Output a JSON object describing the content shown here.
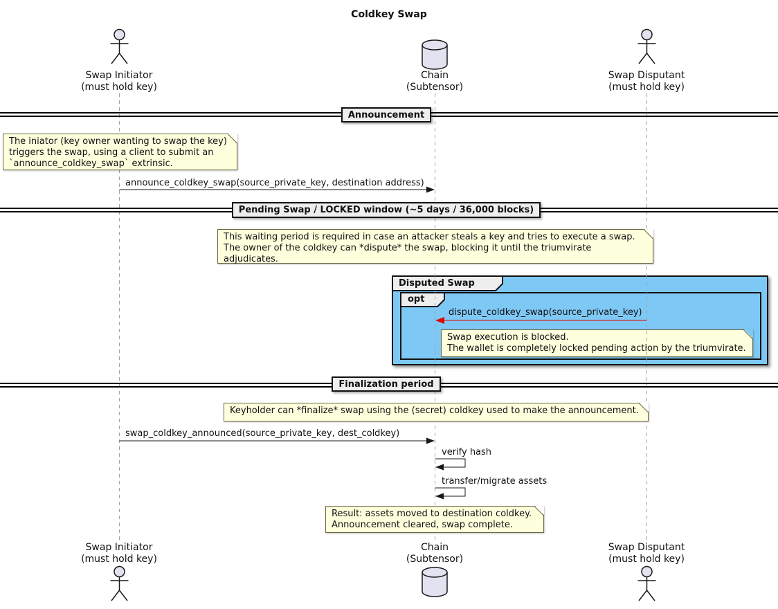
{
  "title": "Coldkey Swap",
  "colors": {
    "note_bg": "#FEFFDD",
    "note_border": "#6B6B45",
    "group_bg": "#7EC8F5",
    "box_bg": "#EEEEEE",
    "line": "#181818",
    "lifeline": "#A0A0A0",
    "red": "#E00000",
    "actor_fill": "#E2E2F0"
  },
  "participants": {
    "initiator": {
      "name": "Swap Initiator",
      "sub": "(must hold key)",
      "icon": "actor"
    },
    "chain": {
      "name": "Chain",
      "sub": "(Subtensor)",
      "icon": "database"
    },
    "disputant": {
      "name": "Swap Disputant",
      "sub": "(must hold key)",
      "icon": "actor"
    }
  },
  "dividers": {
    "announcement": "Announcement",
    "pending": "Pending Swap / LOCKED window (~5 days / 36,000 blocks)",
    "finalization": "Finalization period"
  },
  "group": {
    "label": "Disputed Swap",
    "operator": "opt"
  },
  "messages": {
    "announce": "announce_coldkey_swap(source_private_key, destination address)",
    "dispute": "dispute_coldkey_swap(source_private_key)",
    "finalize": "swap_coldkey_announced(source_private_key, dest_coldkey)",
    "verify": "verify hash",
    "transfer": "transfer/migrate assets"
  },
  "notes": {
    "initiator_note": {
      "lines": [
        "The iniator (key owner wanting to swap the key)",
        "triggers the swap, using a client to submit an",
        "`announce_coldkey_swap` extrinsic."
      ]
    },
    "waiting_note": {
      "lines": [
        "This waiting period is required in case an attacker steals a key and tries to execute a swap.",
        "The owner of the coldkey can *dispute* the swap, blocking it until the triumvirate adjudicates."
      ]
    },
    "blocked_note": {
      "lines": [
        "Swap execution is blocked.",
        "The wallet is completely locked pending action by the triumvirate."
      ]
    },
    "finalize_note": {
      "lines": [
        "Keyholder can *finalize* swap using the (secret) coldkey used to make the announcement."
      ]
    },
    "result_note": {
      "lines": [
        "Result: assets moved to destination coldkey.",
        "Announcement cleared, swap complete."
      ]
    }
  }
}
